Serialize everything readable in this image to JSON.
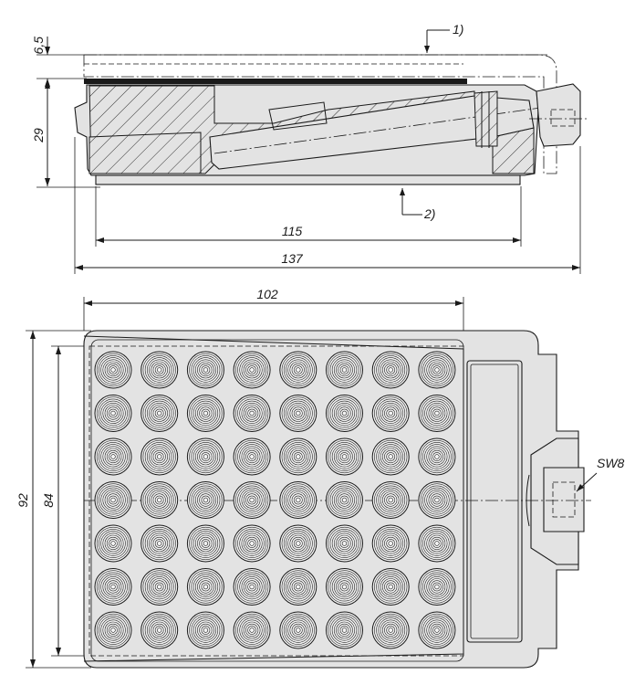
{
  "side_view": {
    "dim_height_top": "6,5",
    "dim_height_body": "29",
    "dim_length_inner": "115",
    "dim_length_total": "137",
    "note_1": "1)",
    "note_2": "2)"
  },
  "top_view": {
    "dim_width_top": "102",
    "dim_height_outer": "92",
    "dim_height_inner": "84",
    "wrench_label": "SW8",
    "grid_rows": 7,
    "grid_cols": 8
  },
  "colors": {
    "line": "#1a1a1a",
    "fill": "#e3e3e3",
    "background": "#ffffff"
  }
}
